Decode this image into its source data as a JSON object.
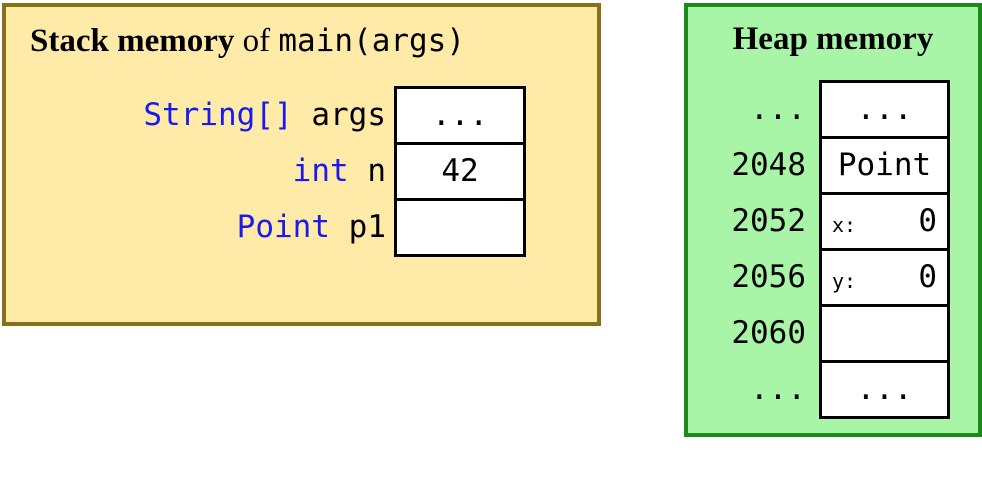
{
  "stack": {
    "title_bold": "Stack memory",
    "title_of": "of",
    "title_code": "main(args)",
    "rows": [
      {
        "type": "String[]",
        "name": "args",
        "value": "..."
      },
      {
        "type": "int",
        "name": "n",
        "value": "42"
      },
      {
        "type": "Point",
        "name": "p1",
        "value": ""
      }
    ]
  },
  "heap": {
    "title": "Heap memory",
    "rows": [
      {
        "address": "...",
        "value": "..."
      },
      {
        "address": "2048",
        "value": "Point"
      },
      {
        "address": "2052",
        "field": "x:",
        "value": "0"
      },
      {
        "address": "2056",
        "field": "y:",
        "value": "0"
      },
      {
        "address": "2060",
        "value": ""
      },
      {
        "address": "...",
        "value": "..."
      }
    ]
  },
  "colors": {
    "stack_fill": "#ffeaa8",
    "stack_border": "#86711a",
    "heap_fill": "#a8f5a8",
    "heap_border": "#1a8a1a",
    "type_keyword": "#1a1aee"
  }
}
